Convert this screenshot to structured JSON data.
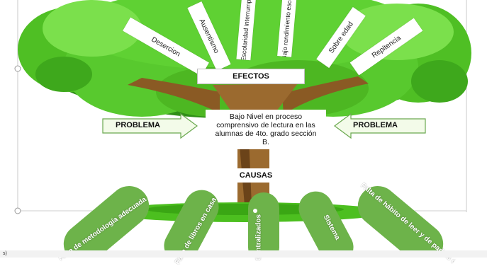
{
  "effects": {
    "title": "EFECTOS",
    "items": [
      "Desercion",
      "Ausentismo",
      "Escolaridad interrumpida",
      "Bajo rendimiento escolar",
      "Sobre edad",
      "Repitencia"
    ]
  },
  "problem": {
    "left_label": "PROBLEMA",
    "right_label": "PROBLEMA",
    "text": "Bajo Nivel en proceso comprensivo de lectura en las alumnas de 4to. grado sección B."
  },
  "causes": {
    "title": "CAUSAS",
    "roots": [
      "Falta de metodología adecuada.",
      "Falta de libros en casa",
      "Centralizados",
      "Sistema",
      "Falta de hábito de leer y de padres de"
    ]
  },
  "status_bar": {
    "text": "s)"
  },
  "colors": {
    "foliage": "#58c92e",
    "foliage_dark": "#2f8f17",
    "trunk": "#9b6a2f",
    "trunk_dark": "#6b4319",
    "root_green": "#6db34a",
    "arrow_fill": "#f3fbe9",
    "arrow_stroke": "#6aa84f"
  }
}
